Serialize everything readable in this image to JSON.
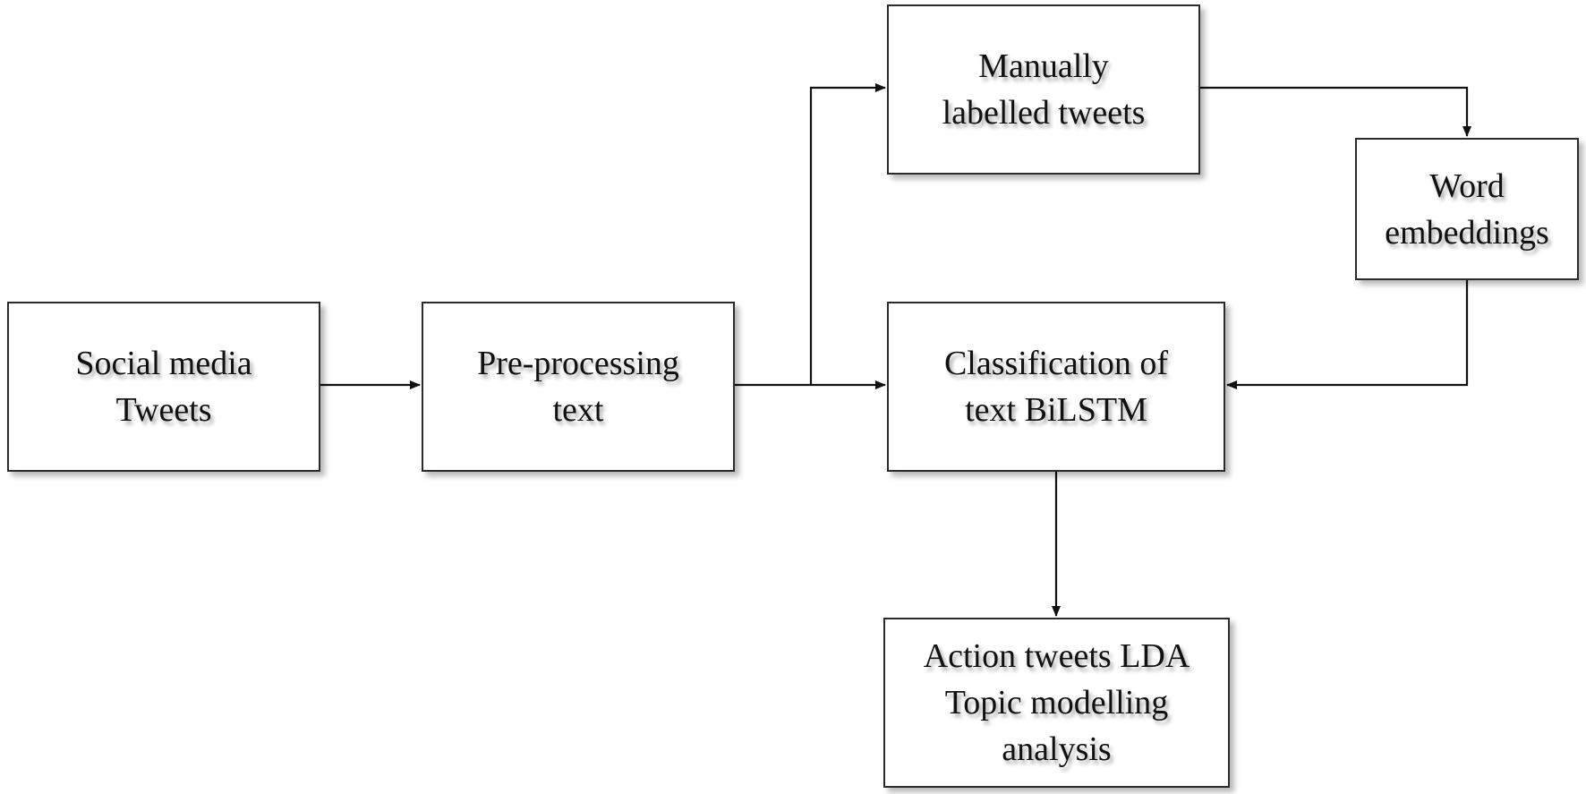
{
  "diagram": {
    "nodes": {
      "social_media_tweets": {
        "lines": [
          "Social media",
          "Tweets"
        ]
      },
      "preprocessing_text": {
        "lines": [
          "Pre-processing",
          "text"
        ]
      },
      "manually_labelled_tweets": {
        "lines": [
          "Manually",
          "labelled tweets"
        ]
      },
      "word_embeddings": {
        "lines": [
          "Word",
          "embeddings"
        ]
      },
      "classification_bilstm": {
        "lines": [
          "Classification of",
          "text BiLSTM"
        ]
      },
      "action_tweets_lda": {
        "lines": [
          "Action tweets LDA",
          "Topic modelling",
          "analysis"
        ]
      }
    },
    "edges": [
      {
        "from": "Social media Tweets",
        "to": "Pre-processing text"
      },
      {
        "from": "Pre-processing text",
        "to": "Classification of text BiLSTM"
      },
      {
        "from": "Pre-processing text",
        "to": "Manually labelled tweets"
      },
      {
        "from": "Manually labelled tweets",
        "to": "Word embeddings"
      },
      {
        "from": "Word embeddings",
        "to": "Classification of text BiLSTM"
      },
      {
        "from": "Classification of text BiLSTM",
        "to": "Action tweets LDA Topic modelling analysis"
      }
    ],
    "colors": {
      "box_border": "#2b2b2b",
      "arrow": "#111111",
      "text": "#111111",
      "background": "#ffffff"
    }
  }
}
